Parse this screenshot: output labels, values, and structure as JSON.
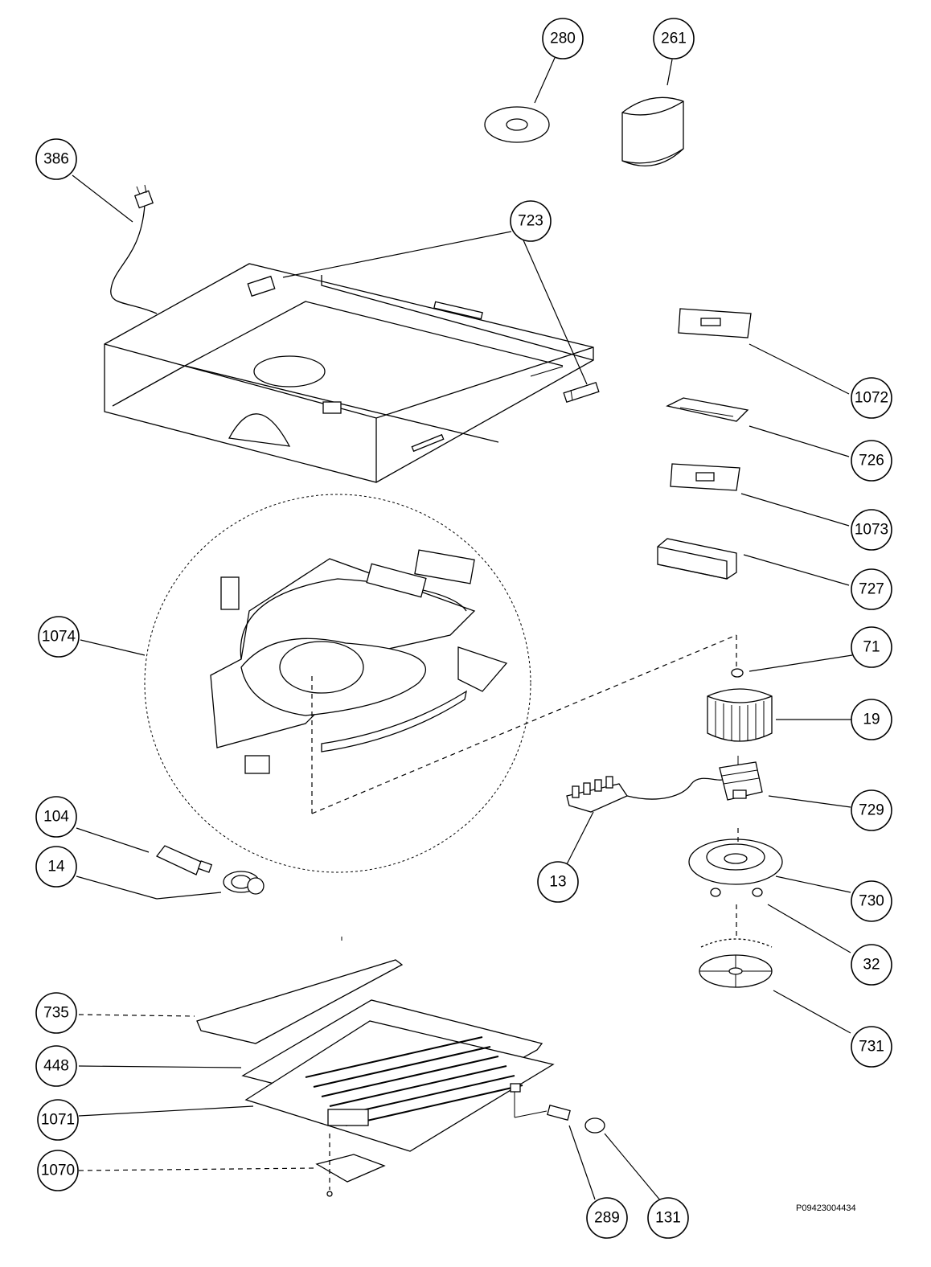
{
  "diagram": {
    "callouts": [
      {
        "label": "280"
      },
      {
        "label": "261"
      },
      {
        "label": "386"
      },
      {
        "label": "723"
      },
      {
        "label": "1072"
      },
      {
        "label": "726"
      },
      {
        "label": "1073"
      },
      {
        "label": "727"
      },
      {
        "label": "1074"
      },
      {
        "label": "71"
      },
      {
        "label": "19"
      },
      {
        "label": "729"
      },
      {
        "label": "104"
      },
      {
        "label": "14"
      },
      {
        "label": "13"
      },
      {
        "label": "730"
      },
      {
        "label": "32"
      },
      {
        "label": "731"
      },
      {
        "label": "735"
      },
      {
        "label": "448"
      },
      {
        "label": "1071"
      },
      {
        "label": "1070"
      },
      {
        "label": "289"
      },
      {
        "label": "131"
      }
    ],
    "doc_code": "P09423004434"
  }
}
